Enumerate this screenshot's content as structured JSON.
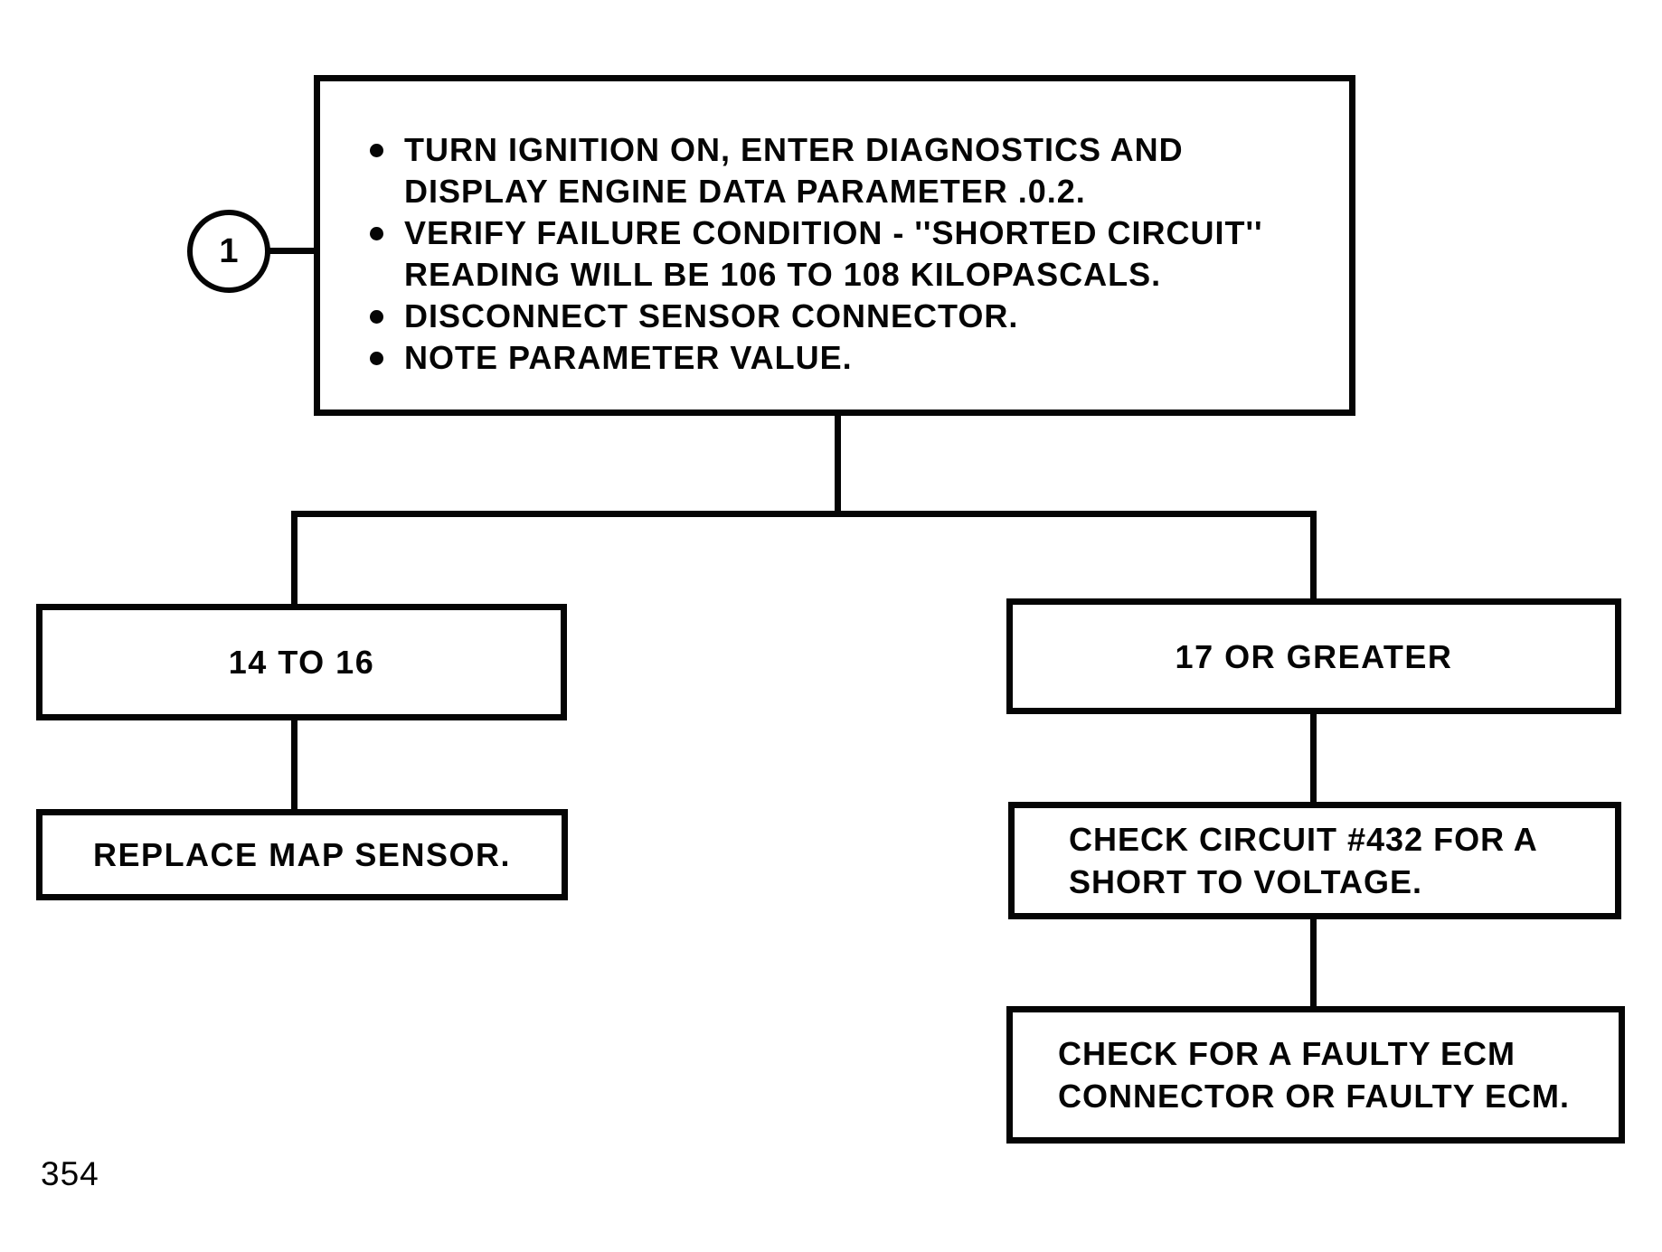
{
  "page": {
    "number": "354",
    "paper_color": "#ffffff",
    "ink_color": "#050505"
  },
  "flowchart": {
    "step_marker": "1",
    "instructions": {
      "bullets": [
        {
          "lines": [
            "TURN IGNITION ON, ENTER DIAGNOSTICS AND",
            "DISPLAY ENGINE DATA PARAMETER .0.2."
          ]
        },
        {
          "lines": [
            "VERIFY FAILURE CONDITION - ''SHORTED CIRCUIT''",
            "READING WILL BE 106 TO 108 KILOPASCALS."
          ]
        },
        {
          "lines": [
            "DISCONNECT SENSOR CONNECTOR."
          ]
        },
        {
          "lines": [
            "NOTE PARAMETER VALUE."
          ]
        }
      ]
    },
    "left_branch": {
      "condition": "14 TO 16",
      "action": "REPLACE MAP SENSOR."
    },
    "right_branch": {
      "condition": "17 OR GREATER",
      "action1_lines": [
        "CHECK CIRCUIT #432 FOR A",
        "SHORT TO VOLTAGE."
      ],
      "action2_lines": [
        "CHECK FOR A FAULTY ECM",
        "CONNECTOR OR FAULTY ECM."
      ]
    }
  }
}
